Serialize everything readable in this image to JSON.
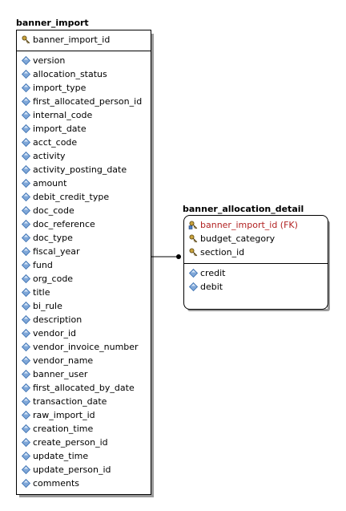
{
  "entities": {
    "banner_import": {
      "name": "banner_import",
      "keys": [
        {
          "label": "banner_import_id",
          "icon": "primary-key-icon"
        }
      ],
      "attributes": [
        "version",
        "allocation_status",
        "import_type",
        "first_allocated_person_id",
        "internal_code",
        "import_date",
        "acct_code",
        "activity",
        "activity_posting_date",
        "amount",
        "debit_credit_type",
        "doc_code",
        "doc_reference",
        "doc_type",
        "fiscal_year",
        "fund",
        "org_code",
        "title",
        "bi_rule",
        "description",
        "vendor_id",
        "vendor_invoice_number",
        "vendor_name",
        "banner_user",
        "first_allocated_by_date",
        "transaction_date",
        "raw_import_id",
        "creation_time",
        "create_person_id",
        "update_time",
        "update_person_id",
        "comments"
      ]
    },
    "banner_allocation_detail": {
      "name": "banner_allocation_detail",
      "keys": [
        {
          "label": "banner_import_id (FK)",
          "icon": "foreign-primary-key-icon",
          "fk": true
        },
        {
          "label": "budget_category",
          "icon": "primary-key-icon"
        },
        {
          "label": "section_id",
          "icon": "primary-key-icon"
        }
      ],
      "attributes": [
        "credit",
        "debit"
      ]
    }
  },
  "colors": {
    "fk_text": "#b22222",
    "attribute_icon": "#7fa7d8",
    "key_icon": "#c8a23c"
  }
}
